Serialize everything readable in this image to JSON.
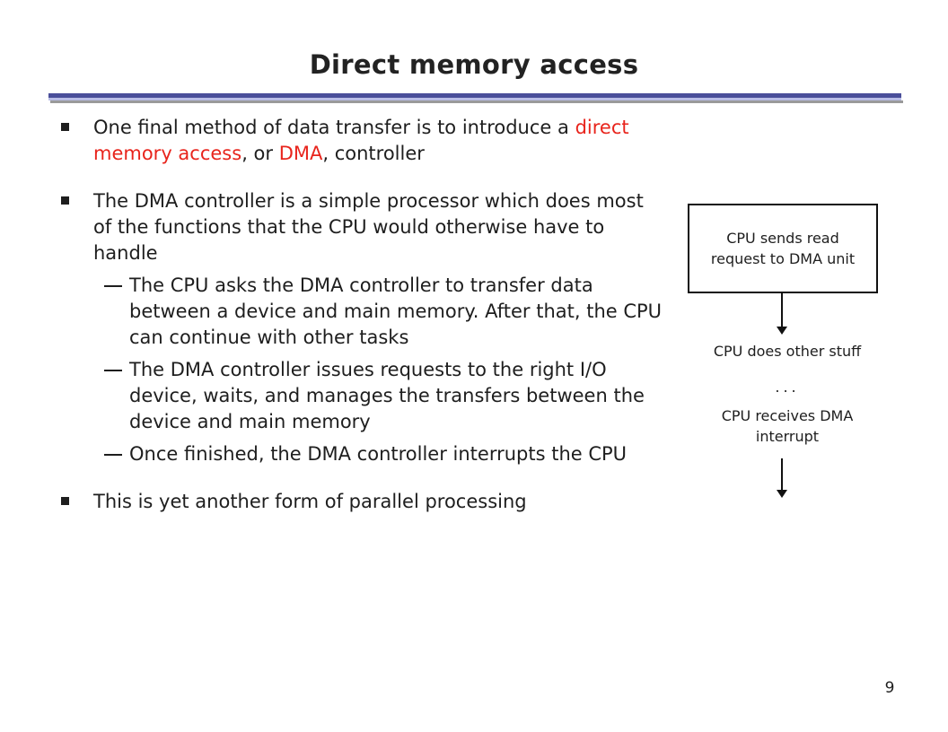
{
  "slide": {
    "title": "Direct memory access",
    "page_number": "9"
  },
  "bullets": {
    "b1": {
      "text_before": "One final method of data transfer is to introduce a ",
      "red1": "direct memory access",
      "text_mid": ", or ",
      "red2": "DMA",
      "text_after": ", controller"
    },
    "b2": "The DMA controller is a simple processor which does most of the functions that the CPU would otherwise have to handle",
    "sub": [
      "The CPU asks the DMA controller to transfer data between a device and main memory. After that, the CPU can continue with other tasks",
      "The DMA controller issues requests to the right I/O device, waits, and manages the transfers between the device and main memory",
      "Once finished, the DMA controller interrupts the CPU"
    ],
    "b3": "This is yet another form of parallel processing"
  },
  "flow": {
    "box": "CPU sends read request to DMA unit",
    "step1": "CPU does other stuff",
    "ellipsis": "...",
    "step2": "CPU receives DMA interrupt"
  },
  "colors": {
    "highlight": "#e8241c",
    "rule_dark": "#4a4f9a",
    "rule_light": "#b9bde6"
  }
}
